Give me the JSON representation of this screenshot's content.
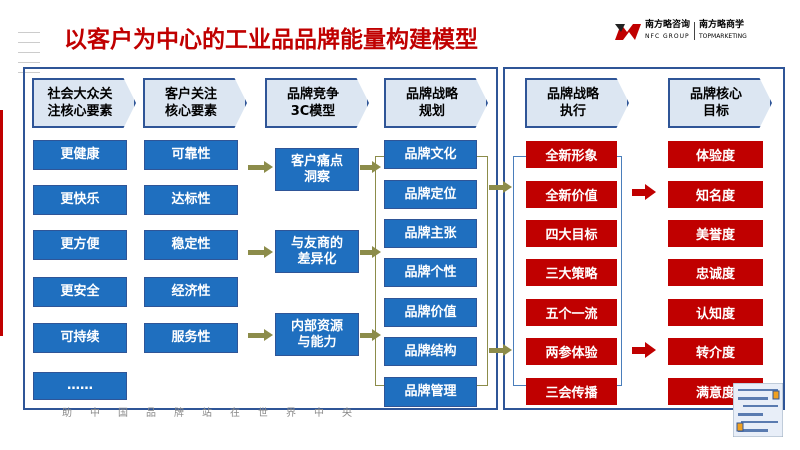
{
  "title": "以客户为中心的工业品品牌能量构建模型",
  "logo": {
    "cn1": "南方略咨询",
    "en1": "NFC GROUP",
    "cn2": "南方略商学",
    "en2": "TOPMARKETING"
  },
  "headers": [
    "社会大众关\n注核心要素",
    "客户关注\n核心要素",
    "品牌竞争\n3C模型",
    "品牌战略\n规划",
    "品牌战略\n执行",
    "品牌核心\n目标"
  ],
  "col1": [
    "更健康",
    "更快乐",
    "更方便",
    "更安全",
    "可持续",
    "……"
  ],
  "col2": [
    "可靠性",
    "达标性",
    "稳定性",
    "经济性",
    "服务性"
  ],
  "col3": [
    "客户痛点\n洞察",
    "与友商的\n差异化",
    "内部资源\n与能力"
  ],
  "col4": [
    "品牌文化",
    "品牌定位",
    "品牌主张",
    "品牌个性",
    "品牌价值",
    "品牌结构",
    "品牌管理"
  ],
  "col5": [
    "全新形象",
    "全新价值",
    "四大目标",
    "三大策略",
    "五个一流",
    "两参体验",
    "三会传播"
  ],
  "col6": [
    "体验度",
    "知名度",
    "美誉度",
    "忠诚度",
    "认知度",
    "转介度",
    "满意度"
  ],
  "footer": [
    "助",
    "中",
    "国",
    "品",
    "牌",
    "站",
    "在",
    "世",
    "界",
    "中",
    "央"
  ],
  "colors": {
    "title": "#c00000",
    "blue": "#1f6fbf",
    "red": "#c00000",
    "olive": "#8c8c4a",
    "frame": "#2f5597"
  }
}
